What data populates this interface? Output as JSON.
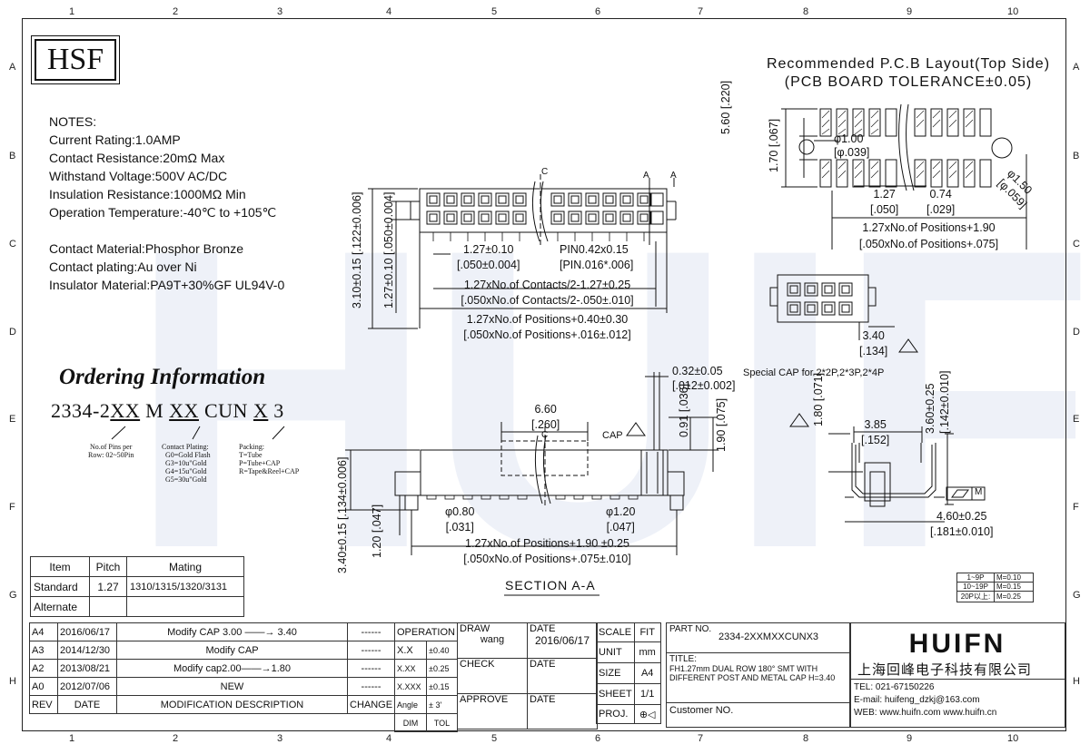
{
  "grid": {
    "cols": [
      "1",
      "2",
      "3",
      "4",
      "5",
      "6",
      "7",
      "8",
      "9",
      "10"
    ],
    "rows": [
      "A",
      "B",
      "C",
      "D",
      "E",
      "F",
      "G",
      "H"
    ]
  },
  "logo": "HSF",
  "pcb": {
    "title1": "Recommended P.C.B Layout(Top Side)",
    "title2": "(PCB BOARD TOLERANCE±0.05)",
    "d560": "5.60",
    "d220": "[.220]",
    "d170": "1.70",
    "d067": "[.067]",
    "d100": "φ1.00",
    "d039": "[φ.039]",
    "d150": "φ1.50",
    "d059": "[φ.059]",
    "d127": "1.27",
    "d050": "[.050]",
    "d074": "0.74",
    "d029": "[.029]",
    "dpos": "1.27xNo.of Positions+1.90",
    "dposi": "[.050xNo.of Positions+.075]"
  },
  "notes": [
    "NOTES:",
    "Current Rating:1.0AMP",
    "Contact Resistance:20mΩ Max",
    "Withstand Voltage:500V AC/DC",
    "Insulation Resistance:1000MΩ Min",
    "Operation Temperature:-40℃ to +105℃",
    "",
    "Contact Material:Phosphor Bronze",
    "Contact plating:Au over Ni",
    "Insulator Material:PA9T+30%GF UL94V-0"
  ],
  "top": {
    "c": "C",
    "a1": "A",
    "a2": "A",
    "d310": "3.10±0.15",
    "d122": "[.122±0.006]",
    "d127v": "1.27±0.10",
    "d050v": "[.050±0.004]",
    "d127": "1.27±0.10",
    "d050": "[.050±0.004]",
    "pin": "PIN0.42x0.15",
    "pini": "[PIN.016*.006]",
    "c1": "1.27xNo.of Contacts/2-1.27±0.25",
    "c1i": "[.050xNo.of Contacts/2-.050±.010]",
    "p1": "1.27xNo.of Positions+0.40±0.30",
    "p1i": "[.050xNo.of Positions+.016±.012]"
  },
  "cap": {
    "d340": "3.40",
    "d134": "[.134]",
    "special": "Special CAP for 2*2P,2*3P,2*4P"
  },
  "ordering": {
    "title": "Ordering Information",
    "p1": "2334-2",
    "xx1": "XX",
    "m": "M",
    "xx2": "XX",
    "cun": "CUN",
    "x": "X",
    "three": "3",
    "pins": [
      "No.of Pins per",
      "Row: 02~50Pin"
    ],
    "plating": [
      "Contact Plating:",
      "G0=Gold Flash",
      "G3=10u\"Gold",
      "G4=15u\"Gold",
      "G5=30u\"Gold"
    ],
    "packing": [
      "Packing:",
      "T=Tube",
      "P=Tube+CAP",
      "R=Tape&Reel+CAP"
    ]
  },
  "section": {
    "d032": "0.32±0.05",
    "d012": "[.012±0.002]",
    "d660": "6.60",
    "d260": "[.260]",
    "c": "C",
    "cap": "CAP",
    "d091": "0.91",
    "d036": "[.036]",
    "d190": "1.90",
    "d075": "[.075]",
    "d340": "3.40±0.15",
    "d134": "[.134±0.006]",
    "d120": "1.20",
    "d047": "[.047]",
    "d080": "φ0.80",
    "d031": "[.031]",
    "d120b": "φ1.20",
    "d047b": "[.047]",
    "p": "1.27xNo.of Positions+1.90 ±0.25",
    "pi": "[.050xNo.of Positions+.075±.010]",
    "label": "SECTION A-A"
  },
  "side": {
    "d180": "1.80",
    "d071": "[.071]",
    "d385": "3.85",
    "d152": "[.152]",
    "d360": "3.60±0.25",
    "d142": "[.142±0.010]",
    "d460": "4.60±0.25",
    "d181": "[.181±0.010]",
    "m": "M"
  },
  "pitchTable": {
    "h": [
      "Item",
      "Pitch",
      "Mating"
    ],
    "r1": [
      "Standard",
      "1.27",
      "1310/1315/1320/3131"
    ],
    "r2": [
      "Alternate",
      "",
      ""
    ]
  },
  "tolTable": [
    [
      "1~9P",
      "M=0.10"
    ],
    [
      "10~19P",
      "M=0.15"
    ],
    [
      "20P以上:",
      "M=0.25"
    ]
  ],
  "revisions": [
    [
      "A4",
      "2016/06/17",
      "Modify CAP 3.00 ——→ 3.40",
      "------"
    ],
    [
      "A3",
      "2014/12/30",
      "Modify CAP",
      "------"
    ],
    [
      "A2",
      "2013/08/21",
      "Modify cap2.00——→1.80",
      "------"
    ],
    [
      "A0",
      "2012/07/06",
      "NEW",
      "------"
    ]
  ],
  "revHead": [
    "REV",
    "DATE",
    "MODIFICATION DESCRIPTION",
    "CHANGE"
  ],
  "tb": {
    "operation": "OPERATION",
    "xx": "X.X",
    "xxv": "±0.40",
    "xxx": "X.XX",
    "xxxv": "±0.25",
    "xxxx": "X.XXX",
    "xxxxv": "±0.15",
    "angle": "Angle",
    "anglev": "± 3'",
    "dim": "DIM",
    "tol": "TOL",
    "draw": "DRAW",
    "drawer": "wang",
    "check": "CHECK",
    "approve": "APPROVE",
    "date": "DATE",
    "dateval": "2016/06/17",
    "scale": "SCALE",
    "fit": "FIT",
    "unit": "UNIT",
    "mm": "mm",
    "size": "SIZE",
    "a4": "A4",
    "sheet": "SHEET",
    "sheetv": "1/1",
    "proj": "PROJ.",
    "partno": "PART NO.",
    "partnov": "2334-2XXMXXCUNX3",
    "title": "TITLE:",
    "titlev1": "FH1.27mm DUAL ROW 180° SMT WITH",
    "titlev2": "DIFFERENT POST AND METAL CAP H=3.40",
    "customer": "Customer NO.",
    "brand": "HUIFN",
    "company": "上海回峰电子科技有限公司",
    "tel": "TEL: 021-67150226",
    "email": "E-mail: huifeng_dzkj@163.com",
    "web": "WEB: www.huifn.com  www.huifn.cn"
  }
}
